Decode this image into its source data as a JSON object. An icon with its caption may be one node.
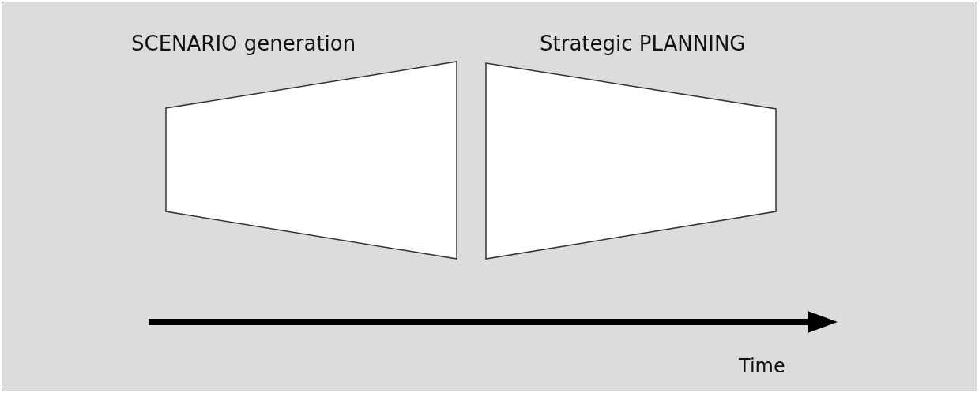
{
  "diagram": {
    "nodes": [
      {
        "text": [
          "SCENARIO generation"
        ]
      },
      {
        "text": [
          "Strategic PLANNING"
        ]
      }
    ],
    "labels": [
      "Time"
    ]
  }
}
